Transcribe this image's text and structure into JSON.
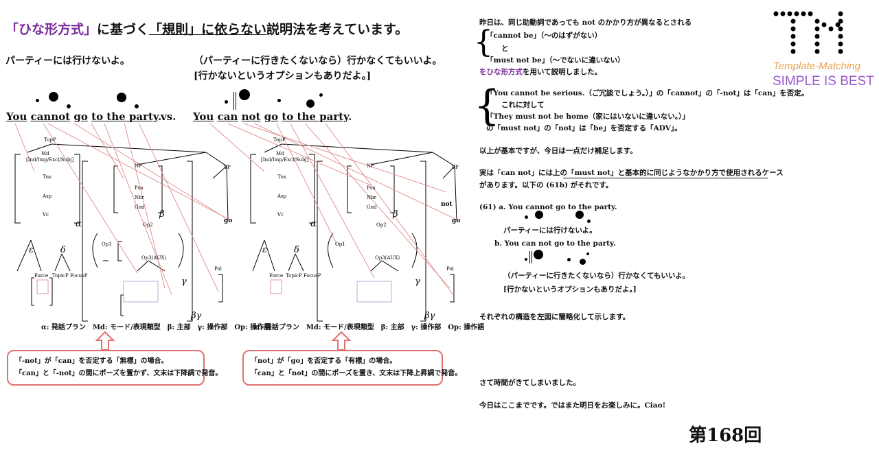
{
  "title": {
    "hina": "「ひな形方式」",
    "mid1": "に基づく",
    "rule": "「規則」に依らない",
    "rest": "説明法を考えています。"
  },
  "left": {
    "ja1": "パーティーには行けないよ。",
    "ja2": "（パーティーに行きたくないなら）行かなくてもいいよ。",
    "ja3": "[行かないというオプションもありだよ。]",
    "eng1_words": [
      "You",
      "cannot",
      "go",
      "to the party",
      "."
    ],
    "vs": "vs.",
    "eng2_words": [
      "You",
      "can",
      "not",
      "go",
      "to the party",
      "."
    ]
  },
  "tree_labels": {
    "topp": "TopP",
    "md": "Md",
    "md_sub": "[Ind/Imp/Excl/Subj]",
    "tns": "Tns",
    "asp": "Asp",
    "vc": "Vc",
    "np": "NP",
    "psn": "Psn",
    "nbr": "Nbr",
    "gnd": "Gnd",
    "vp": "VP",
    "go": "go",
    "not": "not",
    "op1": "Op1",
    "op2": "Op2",
    "op3": "Op3(AUX)",
    "pol": "Pol",
    "force": "Force",
    "topicp": "TopicP",
    "focusp": "FocusP",
    "alpha": "α",
    "beta": "β",
    "gamma": "γ",
    "bgamma": "βγ",
    "eps": "ε",
    "delta": "δ"
  },
  "legend": "α: 発話プラン　Md: モード/表現類型　β: 主部　γ: 操作部　Op: 操作語",
  "callout1": {
    "line1": "「-not」が「can」を否定する「無標」の場合。",
    "line2": "「can」と「-not」の間にポーズを置かず、文末は下降調で発音。"
  },
  "callout2": {
    "line1": "「not」が「go」を否定する「有標」の場合。",
    "line2": "「can」と「not」の間にポーズを置き、文末は下降上昇調で発音。"
  },
  "right": {
    "p1": "昨日は、同じ助動詞であっても not のかかり方が異なるとされる",
    "p1a": "「cannot be」（〜のはずがない）",
    "p1b": "と",
    "p1c": "「must not be」（〜でないに違いない）",
    "p1d_hl": "をひな形方式",
    "p1d": "を用いて説明しました。",
    "p2a": "「You cannot be serious.（ご冗談でしょう。）」の「cannot」の「-not」は「can」を否定。",
    "p2b": "これに対して",
    "p2c": "「They must not be home（家にはいないに違いない。）」",
    "p2d": "の「must not」の「not」は「be」を否定する「ADV」。",
    "p3": "以上が基本ですが、今日は一点だけ補足します。",
    "p4a": "実は「can not」には上の「must not」と基本的に同じようなかかり方で使用されるケース",
    "p4b": "があります。以下の (61b) がそれです。",
    "ex_a": "(61)  a.  You cannot go to the party.",
    "ex_a_ja": "パーティーには行けないよ。",
    "ex_b": "b.  You can not go to the party.",
    "ex_b_ja1": "（パーティーに行きたくないなら）行かなくてもいいよ。",
    "ex_b_ja2": "[行かないというオプションもありだよ。]",
    "p5": "それぞれの構造を左図に簡略化して示します。",
    "p6": "さて時間がきてしまいました。",
    "p7": "今日はここまでです。ではまた明日をお楽しみに。Ciao!"
  },
  "logo": {
    "line1": "Template-Matching",
    "line2": "SIMPLE IS BEST"
  },
  "episode": "第168回",
  "colors": {
    "accent": "#7a2a9a",
    "callout_border": "#e07070",
    "logo_orange": "#e8a04a",
    "logo_purple": "#9a5ad0"
  }
}
